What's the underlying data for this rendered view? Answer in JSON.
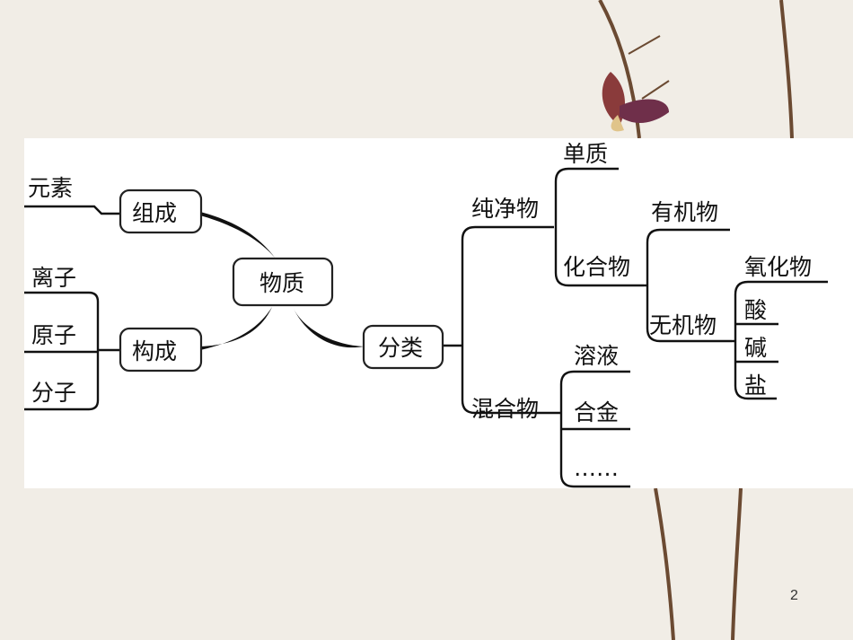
{
  "page_number": "2",
  "center": "物质",
  "composition": {
    "label": "组成",
    "items": [
      "元素"
    ]
  },
  "structure": {
    "label": "构成",
    "items": [
      "离子",
      "原子",
      "分子"
    ]
  },
  "classification": {
    "label": "分类",
    "pure": {
      "label": "纯净物",
      "elemental": "单质",
      "compound": {
        "label": "化合物",
        "organic": "有机物",
        "inorganic": {
          "label": "无机物",
          "items": [
            "氧化物",
            "酸",
            "碱",
            "盐"
          ]
        }
      }
    },
    "mixture": {
      "label": "混合物",
      "items": [
        "溶液",
        "合金",
        "……"
      ]
    }
  }
}
